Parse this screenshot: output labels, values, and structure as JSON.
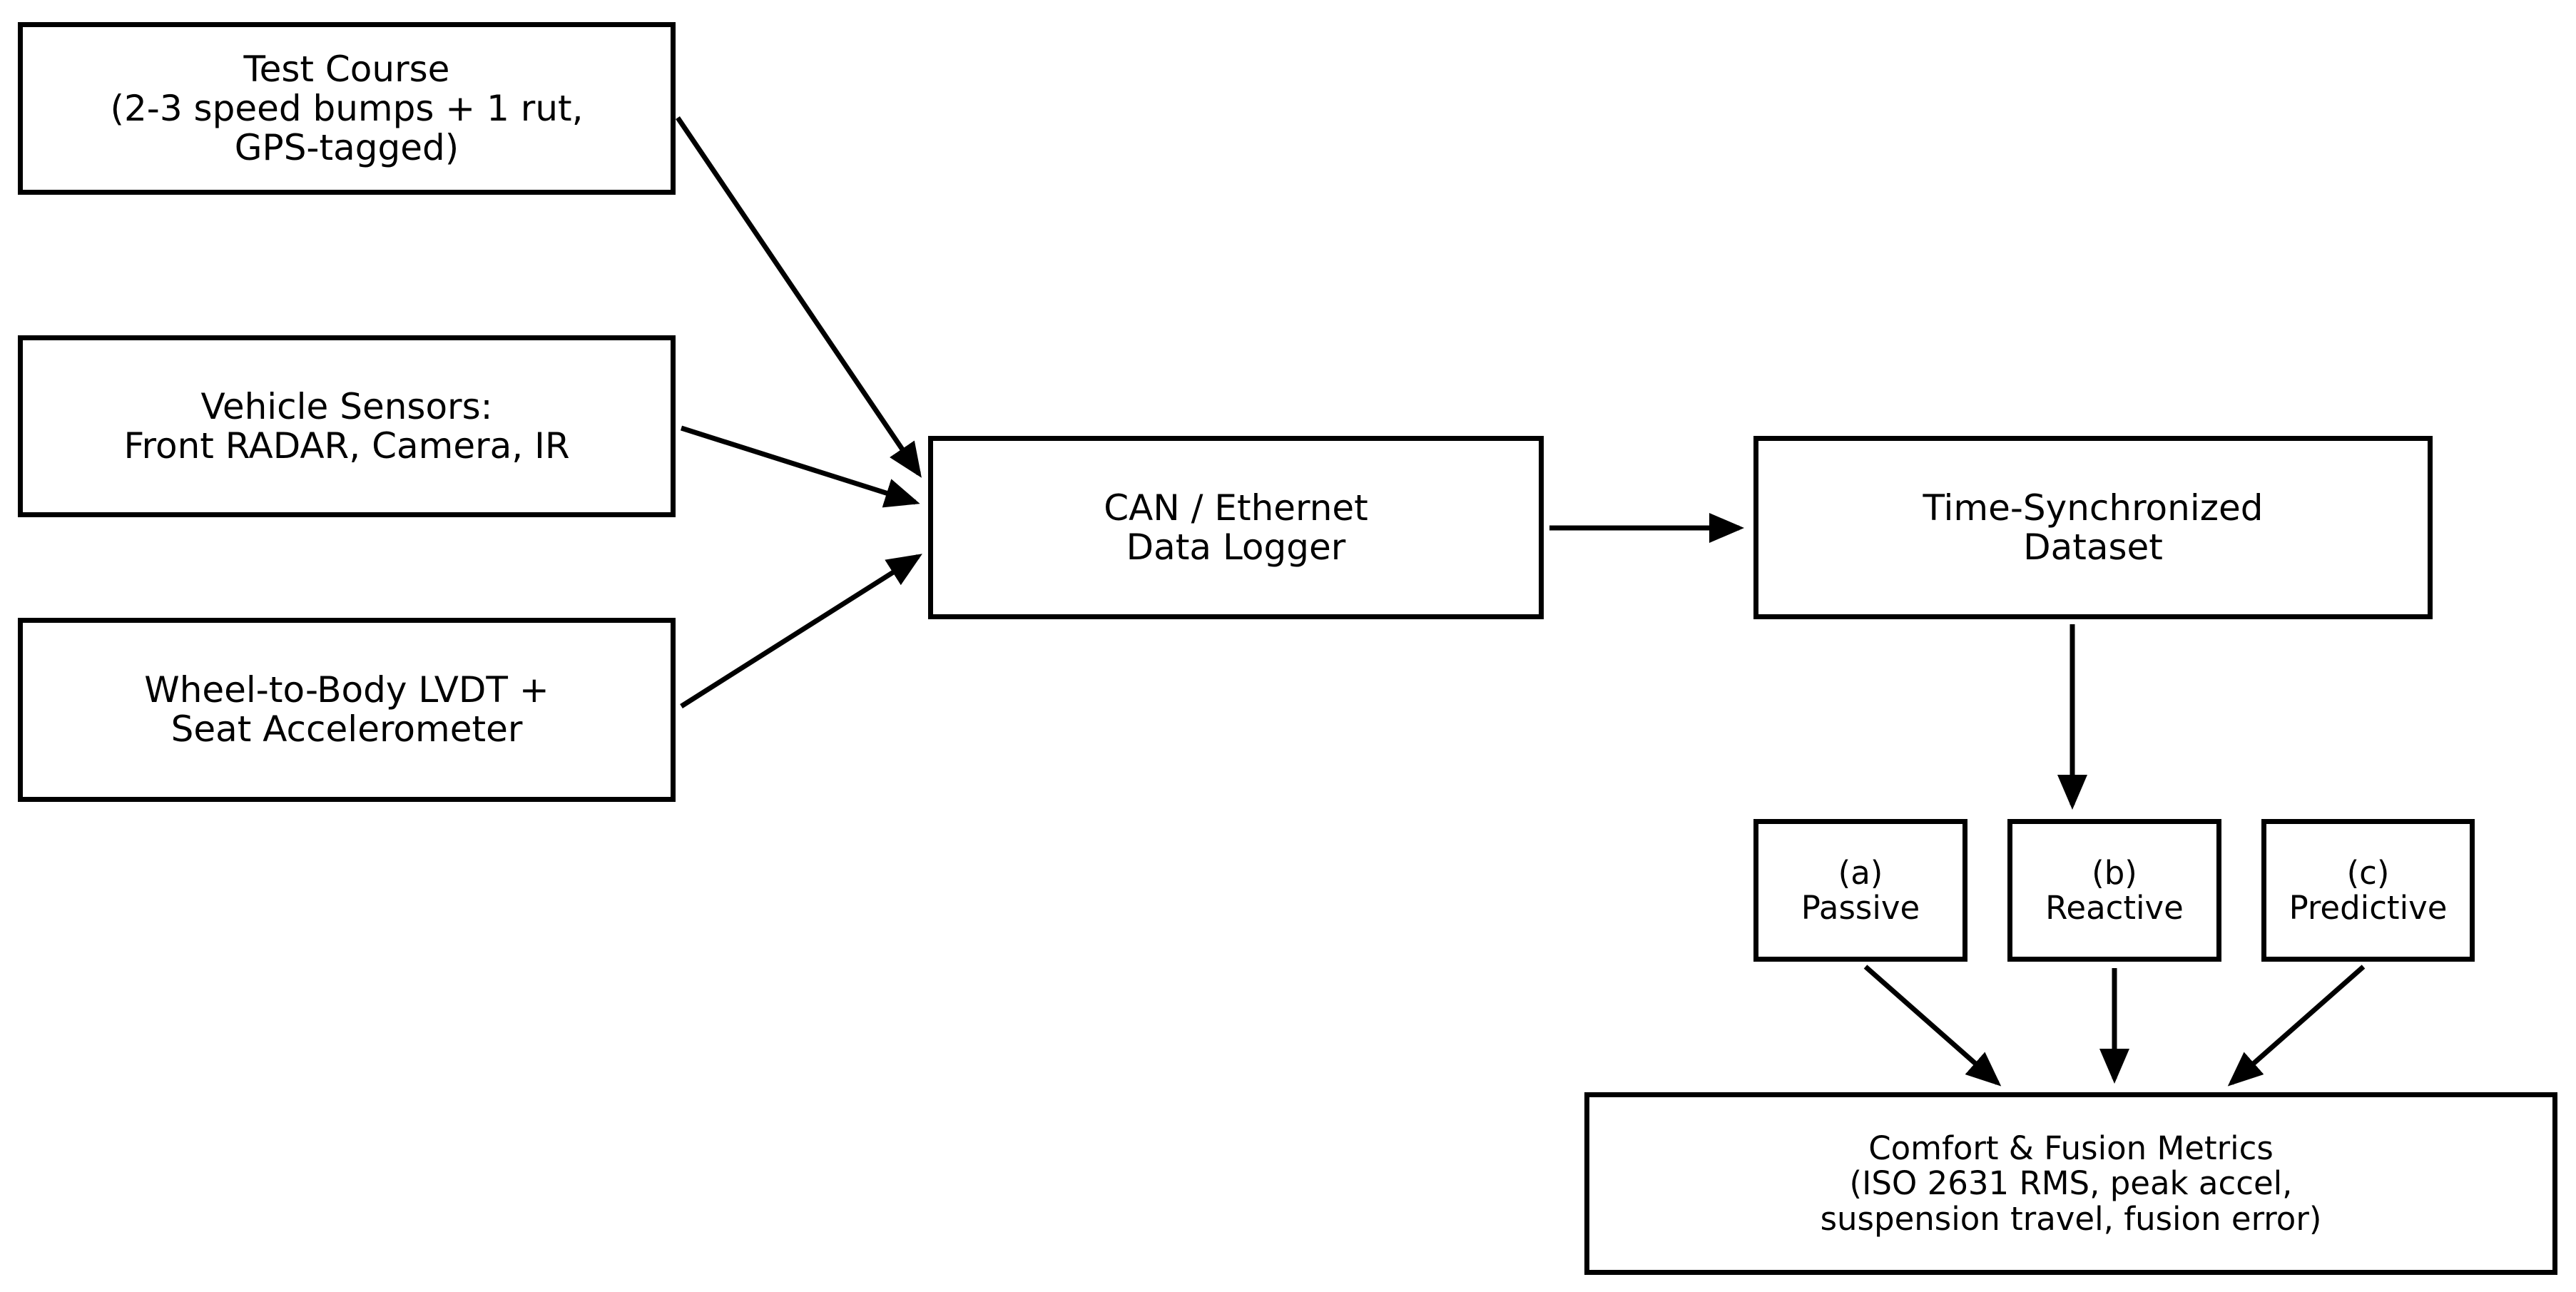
{
  "boxes": {
    "test_course": {
      "lines": [
        "Test Course",
        "(2-3 speed bumps + 1 rut,",
        "GPS-tagged)"
      ]
    },
    "vehicle_sensors": {
      "lines": [
        "Vehicle Sensors:",
        "Front RADAR, Camera, IR"
      ]
    },
    "wheel_lvdt": {
      "lines": [
        "Wheel-to-Body LVDT +",
        "Seat Accelerometer"
      ]
    },
    "data_logger": {
      "lines": [
        "CAN / Ethernet",
        "Data Logger"
      ]
    },
    "dataset": {
      "lines": [
        "Time-Synchronized",
        "Dataset"
      ]
    },
    "passive": {
      "lines": [
        "(a)",
        "Passive"
      ]
    },
    "reactive": {
      "lines": [
        "(b)",
        "Reactive"
      ]
    },
    "predictive": {
      "lines": [
        "(c)",
        "Predictive"
      ]
    },
    "metrics": {
      "lines": [
        "Comfort & Fusion Metrics",
        "(ISO 2631 RMS, peak accel,",
        "suspension travel, fusion error)"
      ]
    }
  },
  "colors": {
    "stroke": "#000000",
    "background": "#ffffff"
  }
}
